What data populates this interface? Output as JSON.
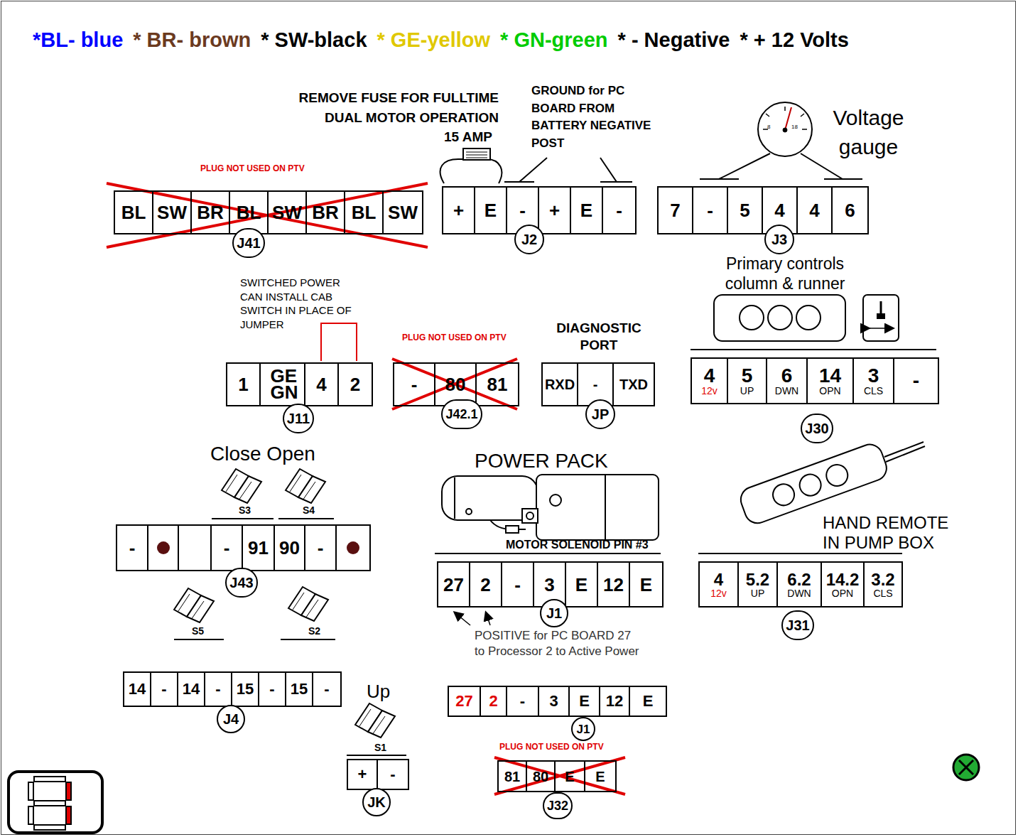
{
  "diagram": {
    "nodes": [
      {
        "text": [
          "BL",
          "SW",
          "BR",
          "BL",
          "SW",
          "BR",
          "BL",
          "SW"
        ]
      },
      {
        "text": [
          "J41"
        ]
      },
      {
        "text": [
          "+",
          "E",
          "-",
          "+",
          "E",
          "-"
        ]
      },
      {
        "text": [
          "J2"
        ]
      },
      {
        "text": [
          "7",
          "-",
          "5",
          "4",
          "4",
          "6"
        ]
      },
      {
        "text": [
          "J3"
        ]
      },
      {
        "text": [
          "1",
          "GE GN",
          "4",
          "2"
        ]
      },
      {
        "text": [
          "J11"
        ]
      },
      {
        "text": [
          "-",
          "80",
          "81"
        ]
      },
      {
        "text": [
          "J42.1"
        ]
      },
      {
        "text": [
          "RXD",
          "-",
          "TXD"
        ]
      },
      {
        "text": [
          "JP"
        ]
      },
      {
        "text": [
          "4",
          "12v",
          "5",
          "UP",
          "6",
          "DWN",
          "14",
          "OPN",
          "3",
          "CLS",
          "-"
        ]
      },
      {
        "text": [
          "J30"
        ]
      },
      {
        "text": [
          "-",
          "-",
          "91",
          "90",
          "-"
        ]
      },
      {
        "text": [
          "J43"
        ]
      },
      {
        "text": [
          "27",
          "2",
          "-",
          "3",
          "E",
          "12",
          "E"
        ]
      },
      {
        "text": [
          "J1"
        ]
      },
      {
        "text": [
          "4",
          "12v",
          "5.2",
          "UP",
          "6.2",
          "DWN",
          "14.2",
          "OPN",
          "3.2",
          "CLS"
        ]
      },
      {
        "text": [
          "J31"
        ]
      },
      {
        "text": [
          "14",
          "-",
          "14",
          "-",
          "15",
          "-",
          "15",
          "-"
        ]
      },
      {
        "text": [
          "J4"
        ]
      },
      {
        "text": [
          "+",
          "-"
        ]
      },
      {
        "text": [
          "JK"
        ]
      },
      {
        "text": [
          "27",
          "2",
          "-",
          "3",
          "E",
          "12",
          "E"
        ]
      },
      {
        "text": [
          "J1"
        ]
      },
      {
        "text": [
          "81",
          "80",
          "E",
          "E"
        ]
      },
      {
        "text": [
          "J32"
        ]
      }
    ],
    "labels": [
      "PLUG NOT USED ON PTV",
      "REMOVE FUSE FOR FULLTIME DUAL MOTOR OPERATION",
      "15 AMP",
      "GROUND for PC BOARD FROM BATTERY NEGATIVE POST",
      "8",
      "18",
      "Voltage gauge",
      "SWITCHED POWER CAN INSTALL CAB SWITCH IN PLACE OF JUMPER",
      "PLUG NOT USED ON PTV",
      "DIAGNOSTIC PORT",
      "Primary controls column & runner",
      "Close Open",
      "S3",
      "S4",
      "POWER PACK",
      "MOTOR SOLENOID PIN #3",
      "HAND REMOTE IN PUMP BOX",
      "POSITIVE for PC BOARD 27 to Processor 2 to Active Power",
      "S5",
      "S2",
      "Up",
      "S1",
      "PLUG NOT USED ON PTV"
    ],
    "legend": [
      {
        "text": "*BL- blue",
        "color": "#0000ff"
      },
      {
        "text": "* BR- brown",
        "color": "#6b3a1f"
      },
      {
        "text": "* SW-black",
        "color": "#000000"
      },
      {
        "text": "* GE-yellow",
        "color": "#e0c800"
      },
      {
        "text": "* GN-green",
        "color": "#00cc00"
      },
      {
        "text": "* - Negative",
        "color": "#000000"
      },
      {
        "text": "* + 12 Volts",
        "color": "#000000"
      }
    ]
  }
}
